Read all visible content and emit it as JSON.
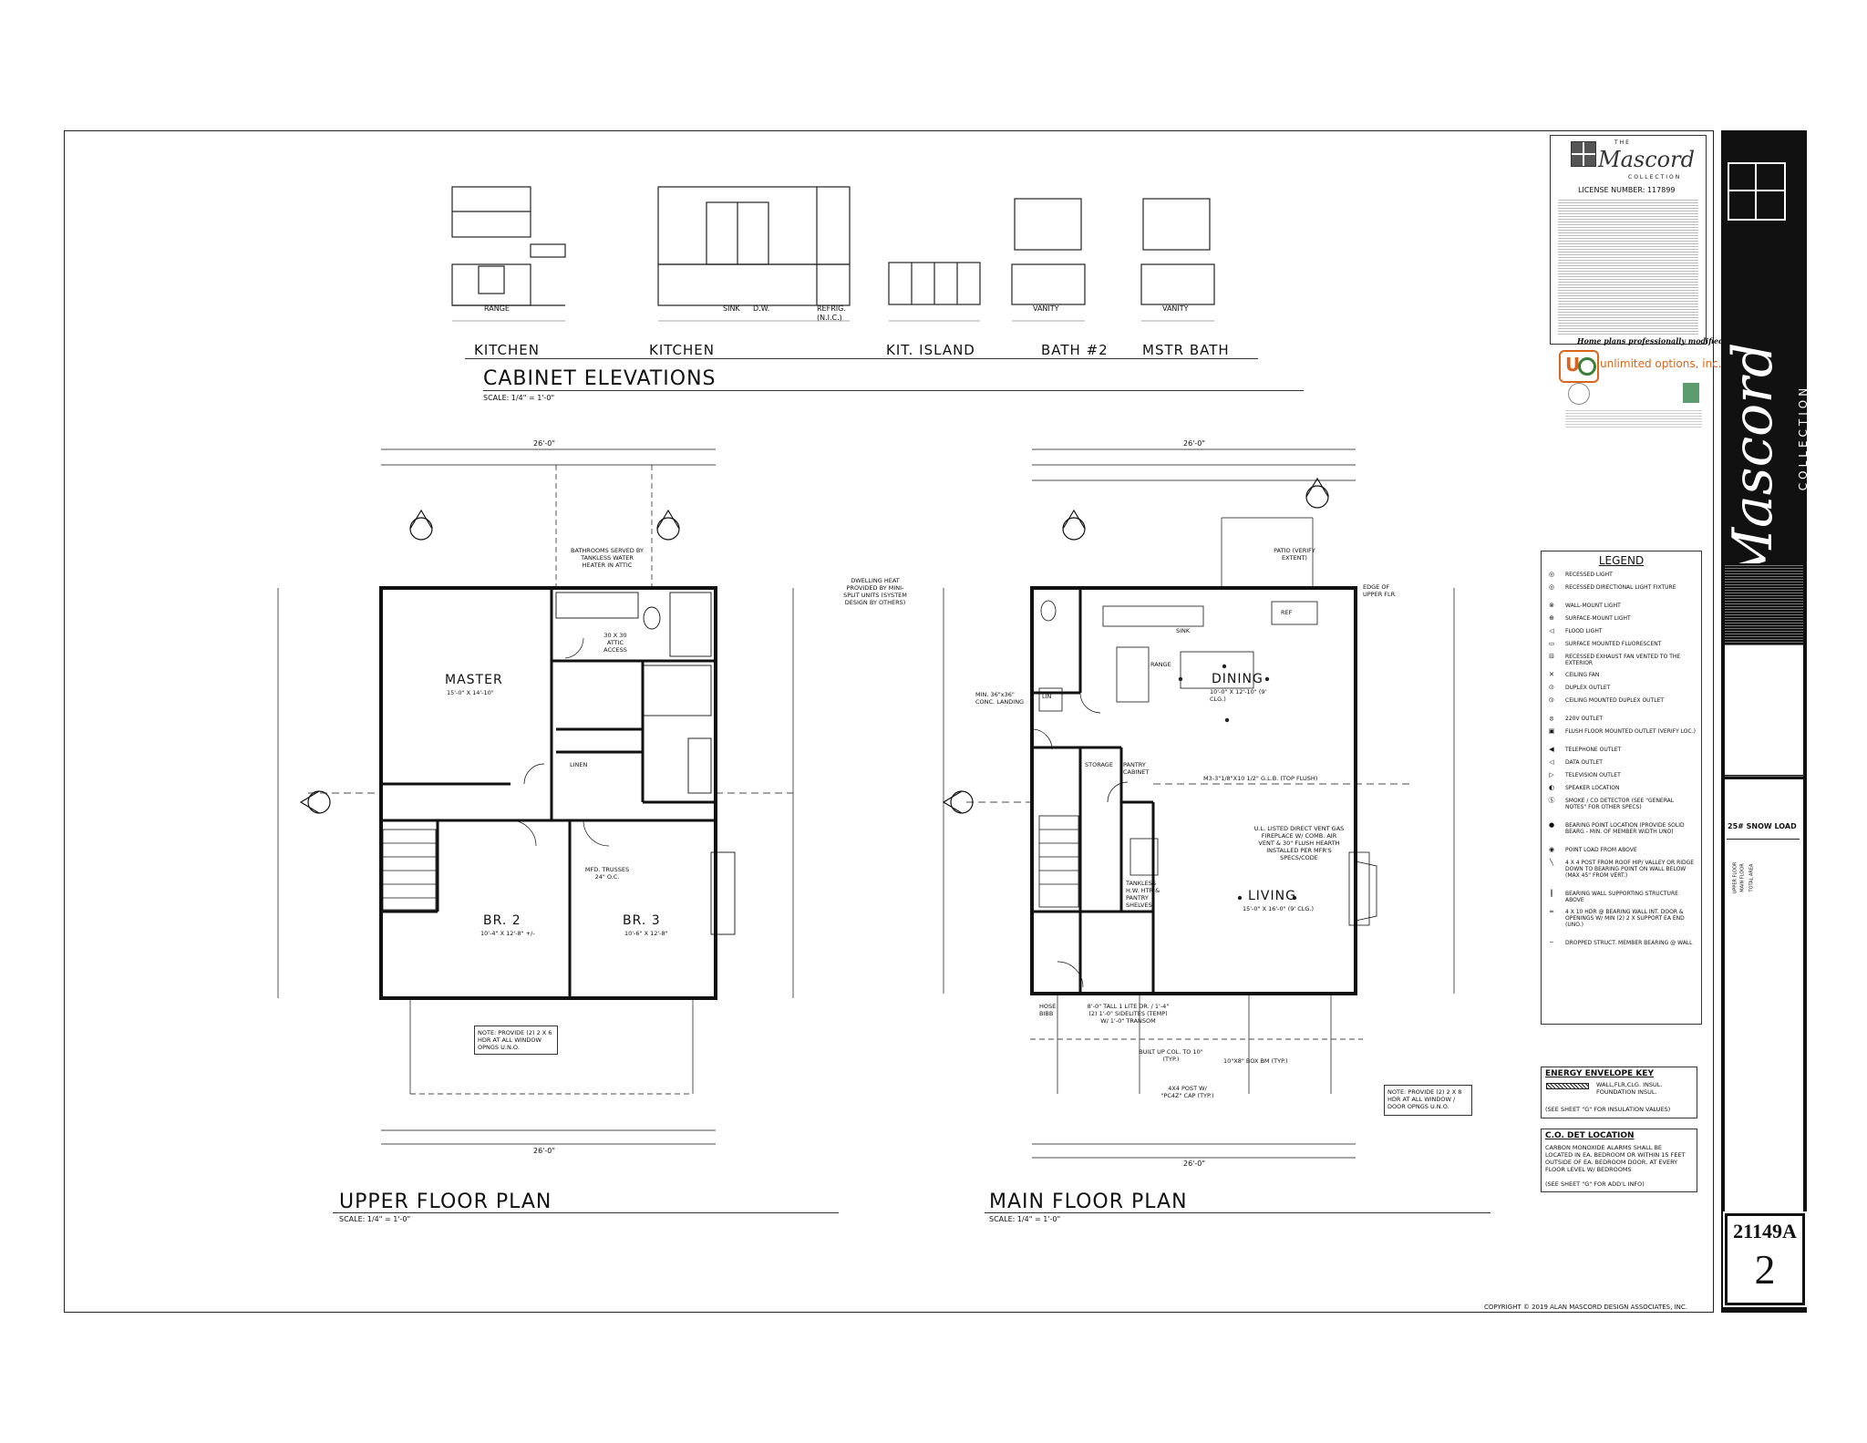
{
  "elevations": {
    "labels": [
      "KITCHEN",
      "KITCHEN",
      "KIT. ISLAND",
      "BATH #2",
      "MSTR BATH"
    ],
    "title": "CABINET ELEVATIONS",
    "scale": "SCALE: 1/4\" = 1'-0\"",
    "sublabels": [
      "RANGE",
      "SINK",
      "D.W.",
      "REFRIG. (N.I.C.)",
      "VANITY",
      "VANITY"
    ]
  },
  "upper_plan": {
    "title": "UPPER FLOOR PLAN",
    "scale": "SCALE: 1/4\" = 1'-0\"",
    "rooms": [
      "MASTER",
      "BR. 2",
      "BR. 3"
    ],
    "room_sizes": [
      "15'-0\" X 14'-10\"",
      "10'-4\" X 12'-8\" +/-",
      "10'-6\" X 12'-8\""
    ],
    "overall_width": "26'-0\"",
    "notes": {
      "bath_water": "BATHROOMS SERVED BY TANKLESS WATER HEATER IN ATTIC",
      "attic": "30 X 30 ATTIC ACCESS",
      "trusses": "MFD. TRUSSES 24\" O.C.",
      "note": "NOTE: PROVIDE (2) 2 X 6 HDR AT ALL WINDOW OPNGS U.N.O.",
      "dwelling_heat": "DWELLING HEAT PROVIDED BY MINI-SPLIT UNITS (SYSTEM DESIGN BY OTHERS)",
      "linen": "LINEN"
    }
  },
  "main_plan": {
    "title": "MAIN FLOOR PLAN",
    "scale": "SCALE: 1/4\" = 1'-0\"",
    "rooms": [
      "DINING",
      "LIVING"
    ],
    "room_sizes": [
      "10'-0\" X 12'-10\" (9' CLG.)",
      "15'-0\" X 16'-0\" (9' CLG.)"
    ],
    "overall_width": "26'-0\"",
    "notes": {
      "patio": "PATIO (VERIFY EXTENT)",
      "fireplace": "U.L. LISTED DIRECT VENT GAS FIREPLACE W/ COMB. AIR VENT & 30\" FLUSH HEARTH INSTALLED PER MFR'S SPECS/CODE",
      "storage": "STORAGE",
      "pantry": "PANTRY CABINET",
      "tankless": "TANKLESS H.W. HTR & PANTRY SHELVES",
      "landing": "MIN. 36\"x36\" CONC. LANDING",
      "glb": "M3-3\"1/8\"X10 1/2\" G.L.B. (TOP FLUSH)",
      "sink": "SINK",
      "range": "RANGE",
      "ref": "REF",
      "lin": "LIN",
      "hose": "HOSE BIBB",
      "edge": "EDGE OF UPPER FLR.",
      "note": "NOTE: PROVIDE (2) 2 X 8 HDR AT ALL WINDOW / DOOR OPNGS U.N.O.",
      "post": "4X4 POST W/ \"PC4Z\" CAP (TYP.)",
      "built_up": "BUILT UP COL. TO 10\" (TYP.)",
      "box": "10\"X8\" BOX BM (TYP.)",
      "door": "8'-0\" TALL 1 LITE DR. / 1'-4\" (2) 1'-0\" SIDELITES (TEMP) W/ 1'-0\" TRANSOM"
    }
  },
  "legend": {
    "title": "LEGEND",
    "items": [
      {
        "sym": "◎",
        "label": "RECESSED LIGHT"
      },
      {
        "sym": "◎",
        "label": "RECESSED DIRECTIONAL LIGHT FIXTURE"
      },
      {
        "sym": "⊗",
        "label": "WALL-MOUNT LIGHT"
      },
      {
        "sym": "⊕",
        "label": "SURFACE-MOUNT LIGHT"
      },
      {
        "sym": "◁",
        "label": "FLOOD LIGHT"
      },
      {
        "sym": "▭",
        "label": "SURFACE MOUNTED FLUORESCENT"
      },
      {
        "sym": "⊟",
        "label": "RECESSED EXHAUST FAN VENTED TO THE EXTERIOR"
      },
      {
        "sym": "✕",
        "label": "CEILING FAN"
      },
      {
        "sym": "⦶",
        "label": "DUPLEX OUTLET"
      },
      {
        "sym": "⦶",
        "label": "CEILING MOUNTED DUPLEX OUTLET"
      },
      {
        "sym": "⦻",
        "label": "220V OUTLET"
      },
      {
        "sym": "▣",
        "label": "FLUSH FLOOR MOUNTED OUTLET (VERIFY LOC.)"
      },
      {
        "sym": "◀",
        "label": "TELEPHONE OUTLET"
      },
      {
        "sym": "◁",
        "label": "DATA OUTLET"
      },
      {
        "sym": "▷",
        "label": "TELEVISION OUTLET"
      },
      {
        "sym": "◐",
        "label": "SPEAKER LOCATION"
      },
      {
        "sym": "Ⓢ",
        "label": "SMOKE / CO DETECTOR (SEE \"GENERAL NOTES\" FOR OTHER SPECS)"
      },
      {
        "sym": "●",
        "label": "BEARING POINT LOCATION (PROVIDE SOLID BEARG - MIN. OF MEMBER WIDTH UNO)"
      },
      {
        "sym": "◉",
        "label": "POINT LOAD FROM ABOVE"
      },
      {
        "sym": "╲",
        "label": "4 X 4 POST FROM ROOF HIP/ VALLEY OR RIDGE DOWN TO BEARING POINT ON WALL BELOW (MAX 45\" FROM VERT.)"
      },
      {
        "sym": "║",
        "label": "BEARING WALL SUPPORTING STRUCTURE ABOVE"
      },
      {
        "sym": "═",
        "label": "4 X 10 HDR @ BEARING WALL INT. DOOR & OPENINGS W/ MIN (2) 2 X SUPPORT EA END (UNO.)"
      },
      {
        "sym": "┄",
        "label": "DROPPED STRUCT. MEMBER BEARING @ WALL"
      }
    ]
  },
  "energy_key": {
    "title": "ENERGY ENVELOPE KEY",
    "item": "WALL,FLR,CLG. INSUL. FOUNDATION INSUL.",
    "note": "(SEE SHEET \"G\" FOR INSULATION VALUES)"
  },
  "co_det": {
    "title": "C.O. DET LOCATION",
    "body": "CARBON MONOXIDE ALARMS SHALL BE LOCATED IN EA. BEDROOM OR WITHIN 15 FEET OUTSIDE OF EA. BEDROOM DOOR, AT EVERY FLOOR LEVEL W/ BEDROOMS",
    "note": "(SEE SHEET \"G\" FOR ADD'L INFO)"
  },
  "header_block": {
    "the": "THE",
    "brand": "Mascord",
    "collection": "COLLECTION",
    "license": "LICENSE NUMBER: 117899",
    "uo_tag": "Home plans professionally modified by:",
    "uo_name": "unlimited options, inc."
  },
  "title_strip": {
    "brand": "Mascord",
    "collection": "COLLECTION",
    "snow_load": "25# SNOW LOAD",
    "plan_number": "21149A",
    "sheet_number": "2",
    "areas": [
      "UPPER FLOOR",
      "MAIN FLOOR",
      "TOTAL AREA"
    ]
  },
  "copyright": "COPYRIGHT © 2019 ALAN MASCORD DESIGN ASSOCIATES, INC.",
  "colors": {
    "ink": "#111111",
    "title_block": "#111111"
  }
}
